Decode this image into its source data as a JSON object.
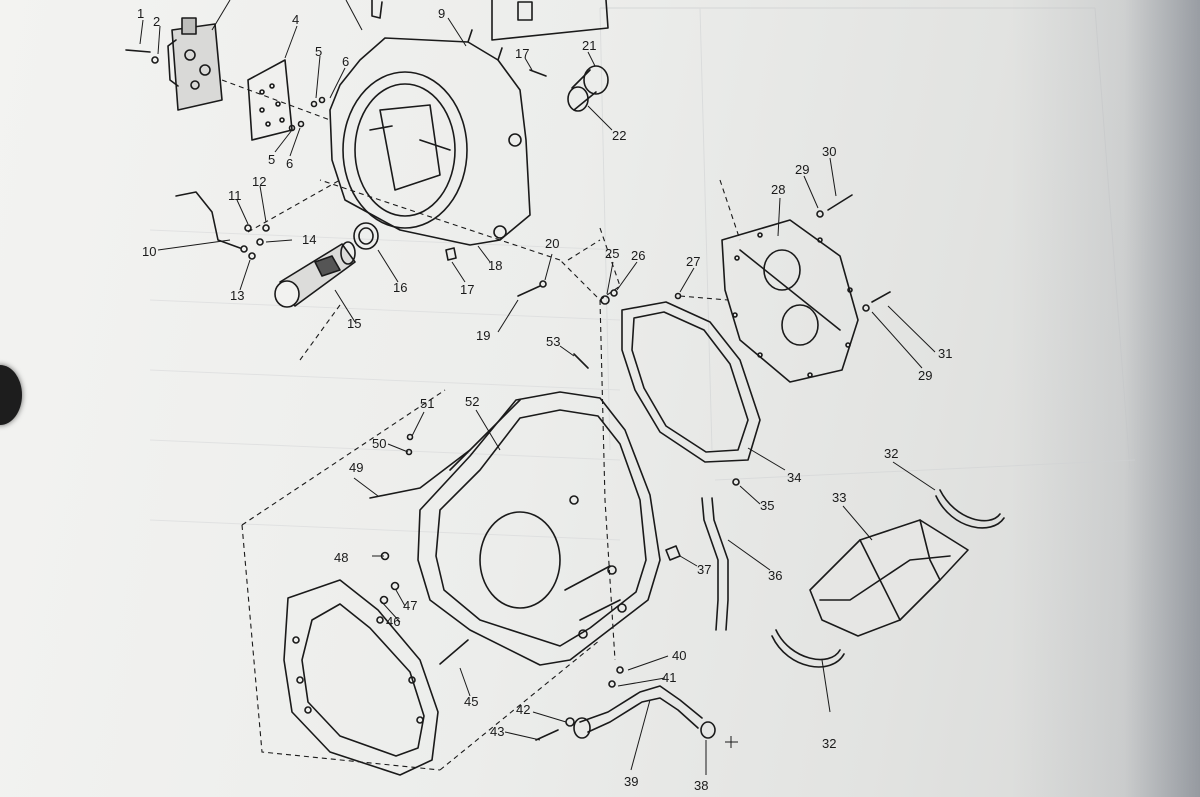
{
  "diagram": {
    "callout_labels": [
      {
        "id": "c1",
        "text": "1"
      },
      {
        "id": "c2",
        "text": "2"
      },
      {
        "id": "c4",
        "text": "4"
      },
      {
        "id": "c5a",
        "text": "5"
      },
      {
        "id": "c5b",
        "text": "5"
      },
      {
        "id": "c6a",
        "text": "6"
      },
      {
        "id": "c6b",
        "text": "6"
      },
      {
        "id": "c9",
        "text": "9"
      },
      {
        "id": "c10",
        "text": "10"
      },
      {
        "id": "c11",
        "text": "11"
      },
      {
        "id": "c12",
        "text": "12"
      },
      {
        "id": "c13",
        "text": "13"
      },
      {
        "id": "c14",
        "text": "14"
      },
      {
        "id": "c15",
        "text": "15"
      },
      {
        "id": "c16",
        "text": "16"
      },
      {
        "id": "c17a",
        "text": "17"
      },
      {
        "id": "c17b",
        "text": "17"
      },
      {
        "id": "c18",
        "text": "18"
      },
      {
        "id": "c19",
        "text": "19"
      },
      {
        "id": "c20",
        "text": "20"
      },
      {
        "id": "c21",
        "text": "21"
      },
      {
        "id": "c22",
        "text": "22"
      },
      {
        "id": "c25",
        "text": "25"
      },
      {
        "id": "c26",
        "text": "26"
      },
      {
        "id": "c27",
        "text": "27"
      },
      {
        "id": "c28",
        "text": "28"
      },
      {
        "id": "c29a",
        "text": "29"
      },
      {
        "id": "c29b",
        "text": "29"
      },
      {
        "id": "c30",
        "text": "30"
      },
      {
        "id": "c31",
        "text": "31"
      },
      {
        "id": "c32a",
        "text": "32"
      },
      {
        "id": "c32b",
        "text": "32"
      },
      {
        "id": "c33",
        "text": "33"
      },
      {
        "id": "c34",
        "text": "34"
      },
      {
        "id": "c35",
        "text": "35"
      },
      {
        "id": "c36",
        "text": "36"
      },
      {
        "id": "c37",
        "text": "37"
      },
      {
        "id": "c38",
        "text": "38"
      },
      {
        "id": "c39",
        "text": "39"
      },
      {
        "id": "c40",
        "text": "40"
      },
      {
        "id": "c41",
        "text": "41"
      },
      {
        "id": "c42",
        "text": "42"
      },
      {
        "id": "c43",
        "text": "43"
      },
      {
        "id": "c45",
        "text": "45"
      },
      {
        "id": "c46",
        "text": "46"
      },
      {
        "id": "c47",
        "text": "47"
      },
      {
        "id": "c48",
        "text": "48"
      },
      {
        "id": "c49",
        "text": "49"
      },
      {
        "id": "c50",
        "text": "50"
      },
      {
        "id": "c51",
        "text": "51"
      },
      {
        "id": "c52",
        "text": "52"
      },
      {
        "id": "c53",
        "text": "53"
      }
    ]
  },
  "colors": {
    "paper": "#ecedeb",
    "ink": "#1a1a1a",
    "backdrop": "#2c3a57"
  }
}
